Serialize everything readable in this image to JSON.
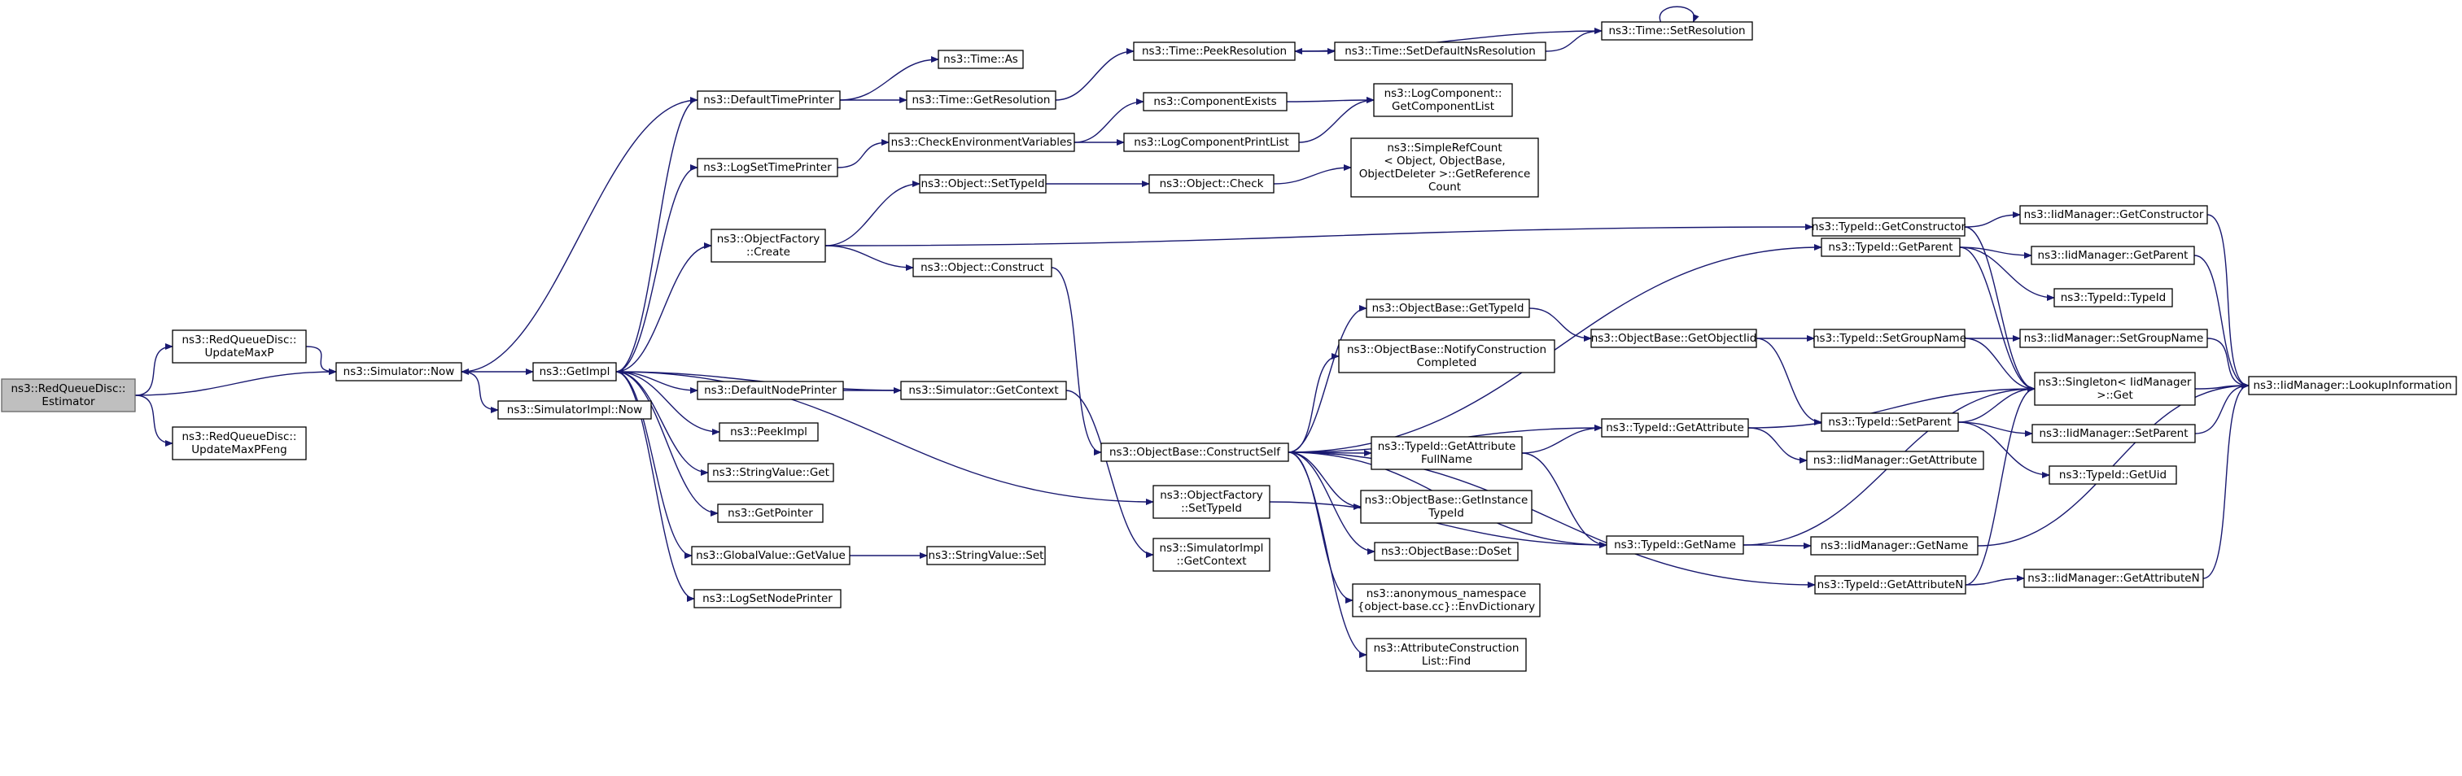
{
  "title": "",
  "colors": {
    "edge": "#191970",
    "root_fill": "#bfbfbf",
    "node_fill": "#ffffff",
    "node_stroke": "#000000"
  },
  "nodes": {
    "estimator": {
      "lines": [
        "ns3::RedQueueDisc::",
        "Estimator"
      ],
      "root": true
    },
    "updmaxp": {
      "lines": [
        "ns3::RedQueueDisc::",
        "UpdateMaxP"
      ]
    },
    "updmaxpfeng": {
      "lines": [
        "ns3::RedQueueDisc::",
        "UpdateMaxPFeng"
      ]
    },
    "simnow": {
      "lines": [
        "ns3::Simulator::Now"
      ]
    },
    "getimpl": {
      "lines": [
        "ns3::GetImpl"
      ]
    },
    "simimplnow": {
      "lines": [
        "ns3::SimulatorImpl::Now"
      ]
    },
    "deftimeprinter": {
      "lines": [
        "ns3::DefaultTimePrinter"
      ]
    },
    "logsettimeprinter": {
      "lines": [
        "ns3::LogSetTimePrinter"
      ]
    },
    "objfactorycreate": {
      "lines": [
        "ns3::ObjectFactory",
        "::Create"
      ]
    },
    "defnodeprinter": {
      "lines": [
        "ns3::DefaultNodePrinter"
      ]
    },
    "peekimpl": {
      "lines": [
        "ns3::PeekImpl"
      ]
    },
    "strvalget": {
      "lines": [
        "ns3::StringValue::Get"
      ]
    },
    "getpointer": {
      "lines": [
        "ns3::GetPointer"
      ]
    },
    "globalvalgetvalue": {
      "lines": [
        "ns3::GlobalValue::GetValue"
      ]
    },
    "logsetnodeprinter": {
      "lines": [
        "ns3::LogSetNodePrinter"
      ]
    },
    "timeas": {
      "lines": [
        "ns3::Time::As"
      ]
    },
    "timegetres": {
      "lines": [
        "ns3::Time::GetResolution"
      ]
    },
    "checkenv": {
      "lines": [
        "ns3::CheckEnvironmentVariables"
      ]
    },
    "objsettypeid": {
      "lines": [
        "ns3::Object::SetTypeId"
      ]
    },
    "objconstruct": {
      "lines": [
        "ns3::Object::Construct"
      ]
    },
    "simgetcontext": {
      "lines": [
        "ns3::Simulator::GetContext"
      ]
    },
    "strvalset": {
      "lines": [
        "ns3::StringValue::Set"
      ]
    },
    "timepeekres": {
      "lines": [
        "ns3::Time::PeekResolution"
      ]
    },
    "compexists": {
      "lines": [
        "ns3::ComponentExists"
      ]
    },
    "logcompprintlist": {
      "lines": [
        "ns3::LogComponentPrintList"
      ]
    },
    "objcheck": {
      "lines": [
        "ns3::Object::Check"
      ]
    },
    "objbaseconstructself": {
      "lines": [
        "ns3::ObjectBase::ConstructSelf"
      ]
    },
    "objfactorysettypeid": {
      "lines": [
        "ns3::ObjectFactory",
        "::SetTypeId"
      ]
    },
    "simimplgetcontext": {
      "lines": [
        "ns3::SimulatorImpl",
        "::GetContext"
      ]
    },
    "timesetdefns": {
      "lines": [
        "ns3::Time::SetDefaultNsResolution"
      ]
    },
    "logcompgetlist": {
      "lines": [
        "ns3::LogComponent::",
        "GetComponentList"
      ]
    },
    "simplerefcount": {
      "lines": [
        "ns3::SimpleRefCount",
        "< Object, ObjectBase,",
        "ObjectDeleter >::GetReference",
        "Count"
      ]
    },
    "objbasegettypeid": {
      "lines": [
        "ns3::ObjectBase::GetTypeId"
      ]
    },
    "objbasenotify": {
      "lines": [
        "ns3::ObjectBase::NotifyConstruction",
        "Completed"
      ]
    },
    "typeidgetattrfullname": {
      "lines": [
        "ns3::TypeId::GetAttribute",
        "FullName"
      ]
    },
    "objbasegetinstancetypeid": {
      "lines": [
        "ns3::ObjectBase::GetInstance",
        "TypeId"
      ]
    },
    "objbasedoset": {
      "lines": [
        "ns3::ObjectBase::DoSet"
      ]
    },
    "envdictionary": {
      "lines": [
        "ns3::anonymous_namespace",
        "{object-base.cc}::EnvDictionary"
      ]
    },
    "attrconstructfind": {
      "lines": [
        "ns3::AttributeConstruction",
        "List::Find"
      ]
    },
    "timesetres": {
      "lines": [
        "ns3::Time::SetResolution"
      ]
    },
    "objbasegetobjectiid": {
      "lines": [
        "ns3::ObjectBase::GetObjectIid"
      ]
    },
    "typeidgetattribute": {
      "lines": [
        "ns3::TypeId::GetAttribute"
      ]
    },
    "typeidgetname": {
      "lines": [
        "ns3::TypeId::GetName"
      ]
    },
    "typeidgetconstructor": {
      "lines": [
        "ns3::TypeId::GetConstructor"
      ]
    },
    "typeidgetparent": {
      "lines": [
        "ns3::TypeId::GetParent"
      ]
    },
    "typeidsetgroupname": {
      "lines": [
        "ns3::TypeId::SetGroupName"
      ]
    },
    "typeidsetparent": {
      "lines": [
        "ns3::TypeId::SetParent"
      ]
    },
    "typeidgetattributen": {
      "lines": [
        "ns3::TypeId::GetAttributeN"
      ]
    },
    "iidmgrgetattribute": {
      "lines": [
        "ns3::IidManager::GetAttribute"
      ]
    },
    "iidmgrgetname": {
      "lines": [
        "ns3::IidManager::GetName"
      ]
    },
    "singletonget": {
      "lines": [
        "ns3::Singleton< IidManager",
        ">::Get"
      ]
    },
    "iidmgrgetconstructor": {
      "lines": [
        "ns3::IidManager::GetConstructor"
      ]
    },
    "iidmgrgetparent": {
      "lines": [
        "ns3::IidManager::GetParent"
      ]
    },
    "typeidtypeid": {
      "lines": [
        "ns3::TypeId::TypeId"
      ]
    },
    "iidmgrsetgroupname": {
      "lines": [
        "ns3::IidManager::SetGroupName"
      ]
    },
    "iidmgrsetparent": {
      "lines": [
        "ns3::IidManager::SetParent"
      ]
    },
    "typeidgetuid": {
      "lines": [
        "ns3::TypeId::GetUid"
      ]
    },
    "iidmgrgetattributen": {
      "lines": [
        "ns3::IidManager::GetAttributeN"
      ]
    },
    "iidmgrlookup": {
      "lines": [
        "ns3::IidManager::LookupInformation"
      ]
    }
  },
  "edges": [
    [
      "estimator",
      "updmaxp"
    ],
    [
      "estimator",
      "simnow"
    ],
    [
      "estimator",
      "updmaxpfeng"
    ],
    [
      "updmaxp",
      "simnow"
    ],
    [
      "simnow",
      "getimpl"
    ],
    [
      "simnow",
      "simimplnow"
    ],
    [
      "getimpl",
      "deftimeprinter"
    ],
    [
      "getimpl",
      "logsettimeprinter"
    ],
    [
      "getimpl",
      "objfactorycreate"
    ],
    [
      "getimpl",
      "defnodeprinter"
    ],
    [
      "getimpl",
      "peekimpl"
    ],
    [
      "getimpl",
      "strvalget"
    ],
    [
      "getimpl",
      "getpointer"
    ],
    [
      "getimpl",
      "globalvalgetvalue"
    ],
    [
      "getimpl",
      "logsetnodeprinter"
    ],
    [
      "getimpl",
      "objfactorysettypeid"
    ],
    [
      "deftimeprinter",
      "simnow"
    ],
    [
      "deftimeprinter",
      "timeas"
    ],
    [
      "deftimeprinter",
      "timegetres"
    ],
    [
      "logsettimeprinter",
      "checkenv"
    ],
    [
      "objfactorycreate",
      "objsettypeid"
    ],
    [
      "objfactorycreate",
      "objconstruct"
    ],
    [
      "objfactorycreate",
      "typeidgetconstructor"
    ],
    [
      "defnodeprinter",
      "simgetcontext"
    ],
    [
      "simgetcontext",
      "getimpl"
    ],
    [
      "simgetcontext",
      "simimplgetcontext"
    ],
    [
      "globalvalgetvalue",
      "strvalset"
    ],
    [
      "timegetres",
      "timepeekres"
    ],
    [
      "timepeekres",
      "timesetdefns"
    ],
    [
      "timesetdefns",
      "timesetres"
    ],
    [
      "timesetres",
      "timepeekres"
    ],
    [
      "timesetres",
      "timesetres"
    ],
    [
      "checkenv",
      "compexists"
    ],
    [
      "checkenv",
      "logcompprintlist"
    ],
    [
      "compexists",
      "logcompgetlist"
    ],
    [
      "logcompprintlist",
      "logcompgetlist"
    ],
    [
      "objsettypeid",
      "objcheck"
    ],
    [
      "objcheck",
      "simplerefcount"
    ],
    [
      "objconstruct",
      "objbaseconstructself"
    ],
    [
      "objbaseconstructself",
      "objbasegettypeid"
    ],
    [
      "objbaseconstructself",
      "objbasenotify"
    ],
    [
      "objbaseconstructself",
      "typeidgetattrfullname"
    ],
    [
      "objbaseconstructself",
      "objbasegetinstancetypeid"
    ],
    [
      "objbaseconstructself",
      "objbasedoset"
    ],
    [
      "objbaseconstructself",
      "envdictionary"
    ],
    [
      "objbaseconstructself",
      "attrconstructfind"
    ],
    [
      "objbaseconstructself",
      "typeidgetattribute"
    ],
    [
      "objbaseconstructself",
      "typeidgetparent"
    ],
    [
      "objbaseconstructself",
      "typeidgetname"
    ],
    [
      "objbaseconstructself",
      "typeidgetattributen"
    ],
    [
      "objfactorysettypeid",
      "typeidgetname"
    ],
    [
      "objbasegettypeid",
      "objbasegetobjectiid"
    ],
    [
      "objbasegetobjectiid",
      "typeidsetgroupname"
    ],
    [
      "objbasegetobjectiid",
      "typeidsetparent"
    ],
    [
      "typeidgetattrfullname",
      "typeidgetattribute"
    ],
    [
      "typeidgetattrfullname",
      "typeidgetname"
    ],
    [
      "typeidgetattribute",
      "singletonget"
    ],
    [
      "typeidgetattribute",
      "iidmgrgetattribute"
    ],
    [
      "typeidgetname",
      "singletonget"
    ],
    [
      "typeidgetname",
      "iidmgrgetname"
    ],
    [
      "typeidgetattributen",
      "singletonget"
    ],
    [
      "typeidgetattributen",
      "iidmgrgetattributen"
    ],
    [
      "typeidgetconstructor",
      "iidmgrgetconstructor"
    ],
    [
      "typeidgetconstructor",
      "singletonget"
    ],
    [
      "typeidgetparent",
      "iidmgrgetparent"
    ],
    [
      "typeidgetparent",
      "typeidtypeid"
    ],
    [
      "typeidgetparent",
      "singletonget"
    ],
    [
      "typeidsetgroupname",
      "iidmgrsetgroupname"
    ],
    [
      "typeidsetgroupname",
      "singletonget"
    ],
    [
      "typeidsetparent",
      "singletonget"
    ],
    [
      "typeidsetparent",
      "iidmgrsetparent"
    ],
    [
      "typeidsetparent",
      "typeidgetuid"
    ],
    [
      "iidmgrgetconstructor",
      "iidmgrlookup"
    ],
    [
      "iidmgrgetparent",
      "iidmgrlookup"
    ],
    [
      "iidmgrsetgroupname",
      "iidmgrlookup"
    ],
    [
      "iidmgrsetparent",
      "iidmgrlookup"
    ],
    [
      "iidmgrgetname",
      "iidmgrlookup"
    ],
    [
      "iidmgrgetattributen",
      "iidmgrlookup"
    ],
    [
      "singletonget",
      "iidmgrlookup"
    ]
  ]
}
